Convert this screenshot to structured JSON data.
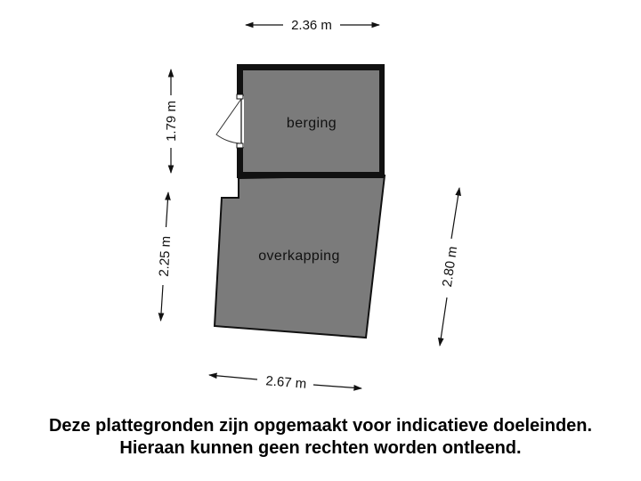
{
  "rooms": {
    "berging": "berging",
    "overkapping": "overkapping"
  },
  "dimensions": {
    "top_width": "2.36 m",
    "berging_height": "1.79 m",
    "overkapping_left": "2.25 m",
    "overkapping_right": "2.80 m",
    "bottom_width": "2.67 m"
  },
  "disclaimer": {
    "line1": "Deze plattegronden zijn opgemaakt voor indicatieve doeleinden.",
    "line2": "Hieraan kunnen geen rechten worden ontleend."
  },
  "colors": {
    "floor": "#7b7b7b",
    "wall": "#111111",
    "background": "#ffffff"
  }
}
